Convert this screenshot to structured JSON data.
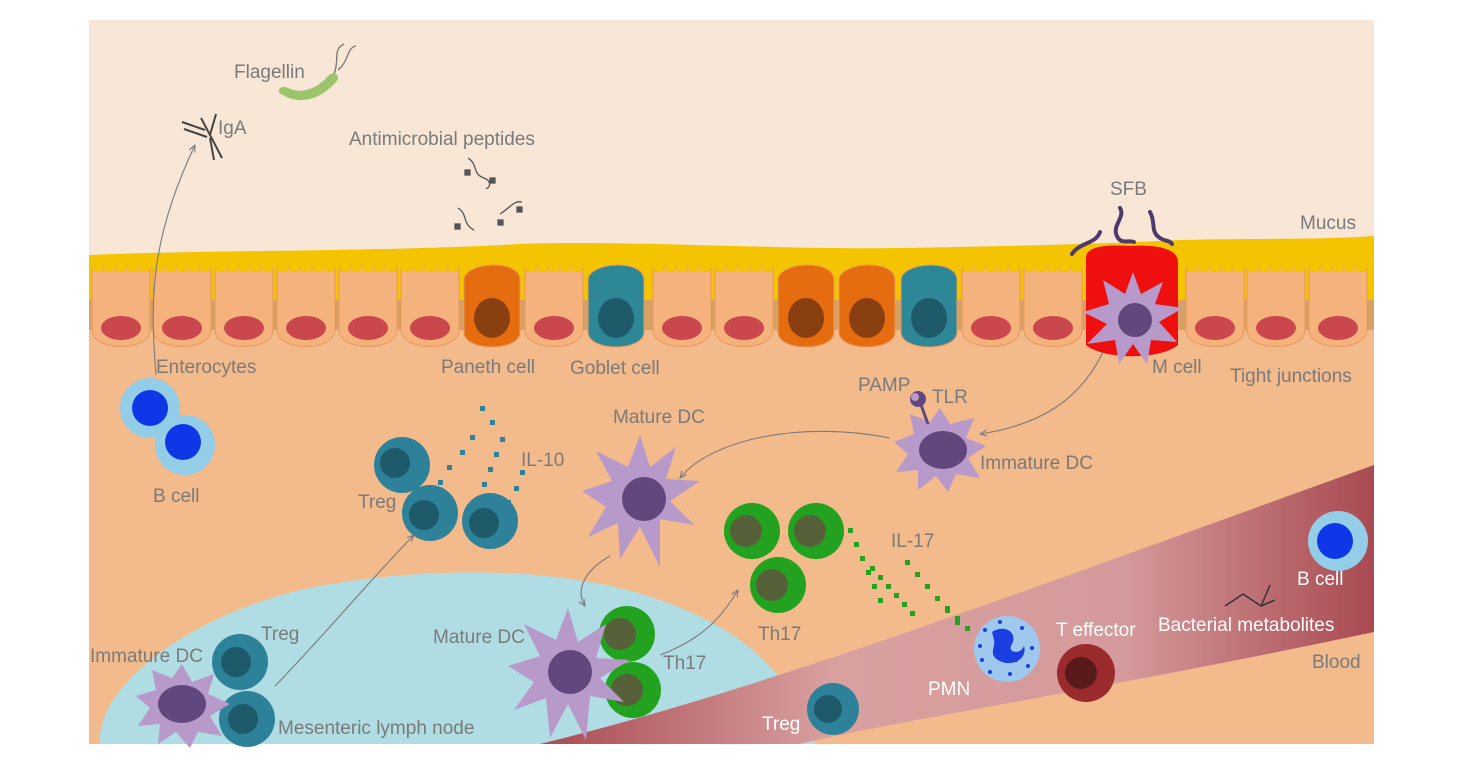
{
  "colors": {
    "lumen": "#f8e6d6",
    "tissue": "#f3ba8c",
    "mucus": "#f5c400",
    "lymph_node": "#b0dde4",
    "enterocyte": "#f5b27c",
    "enterocyte_nucleus": "#c9474d",
    "paneth": "#e56d10",
    "goblet": "#2e8796",
    "m_cell": "#f00f0f",
    "dc": "#b79ac9",
    "dc_nucleus": "#62477f",
    "treg": "#2d8198",
    "th17": "#22a21f",
    "b_cell_outer": "#93cde8",
    "b_cell_inner": "#0f37e8",
    "blood": "#b45b62",
    "t_effector": "#9b2a2d",
    "label": "#7a7a7a"
  },
  "labels": {
    "flagellin": "Flagellin",
    "iga": "IgA",
    "antimicrobial_peptides": "Antimicrobial peptides",
    "sfb": "SFB",
    "mucus": "Mucus",
    "enterocytes": "Enterocytes",
    "paneth_cell": "Paneth cell",
    "goblet_cell": "Goblet cell",
    "m_cell": "M cell",
    "tight_junctions": "Tight junctions",
    "pamp": "PAMP",
    "tlr": "TLR",
    "immature_dc_top": "Immature DC",
    "mature_dc_top": "Mature DC",
    "il10": "IL-10",
    "treg_mid": "Treg",
    "b_cell_left": "B cell",
    "th17_mid": "Th17",
    "il17": "IL-17",
    "immature_dc_ln": "Immature DC",
    "treg_ln": "Treg",
    "mesenteric_lymph_node": "Mesenteric lymph node",
    "mature_dc_ln": "Mature DC",
    "th17_ln": "Th17",
    "treg_blood": "Treg",
    "pmn": "PMN",
    "t_effector": "T effector",
    "bacterial_metabolites": "Bacterial metabolites",
    "b_cell_right": "B cell",
    "blood": "Blood"
  }
}
